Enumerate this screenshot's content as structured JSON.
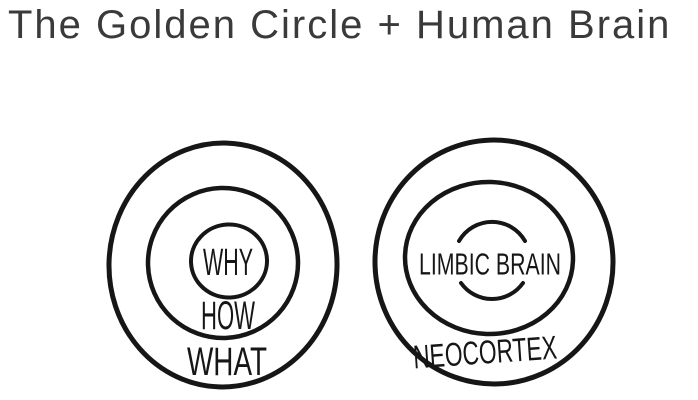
{
  "title": "The Golden Circle + Human Brain",
  "colors": {
    "ink": "#161616",
    "title_text": "#3a3a3a",
    "background": "#ffffff"
  },
  "golden_circle": {
    "name": "Golden Circle",
    "rings": [
      {
        "position": "inner",
        "label": "WHY"
      },
      {
        "position": "middle",
        "label": "HOW"
      },
      {
        "position": "outer",
        "label": "WHAT"
      }
    ]
  },
  "human_brain": {
    "name": "Human Brain",
    "rings": [
      {
        "position": "inner",
        "label": "LIMBIC BRAIN"
      },
      {
        "position": "outer",
        "label": "NEOCORTEX"
      }
    ]
  }
}
